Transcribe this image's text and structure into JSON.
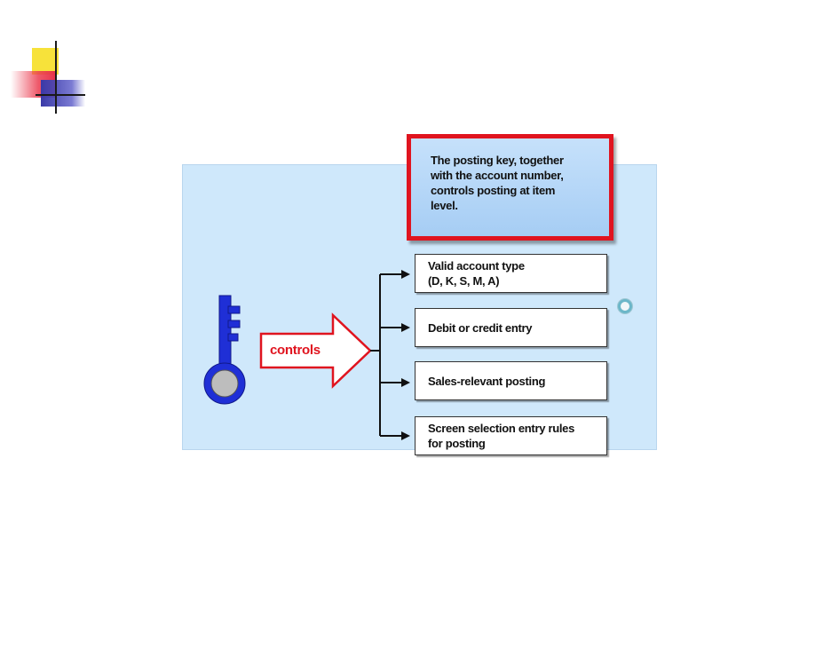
{
  "note": {
    "lines": [
      "The posting key, together",
      "with the account number,",
      "controls posting at item",
      "level."
    ]
  },
  "arrow": {
    "label": "controls"
  },
  "boxes": [
    {
      "text": "Valid account type\n(D, K, S, M, A)"
    },
    {
      "text": "Debit or credit entry"
    },
    {
      "text": "Sales-relevant posting"
    },
    {
      "text": "Screen selection entry rules\nfor posting"
    }
  ],
  "colors": {
    "panel": "#cfe8fb",
    "accent_red": "#e0141f",
    "key_blue": "#1f2fd6",
    "note_fill": "#a6cdf4"
  },
  "icons": {
    "key": "key-icon",
    "logo": "slide-logo-icon",
    "cursor_dot": "cursor-ring-icon"
  }
}
